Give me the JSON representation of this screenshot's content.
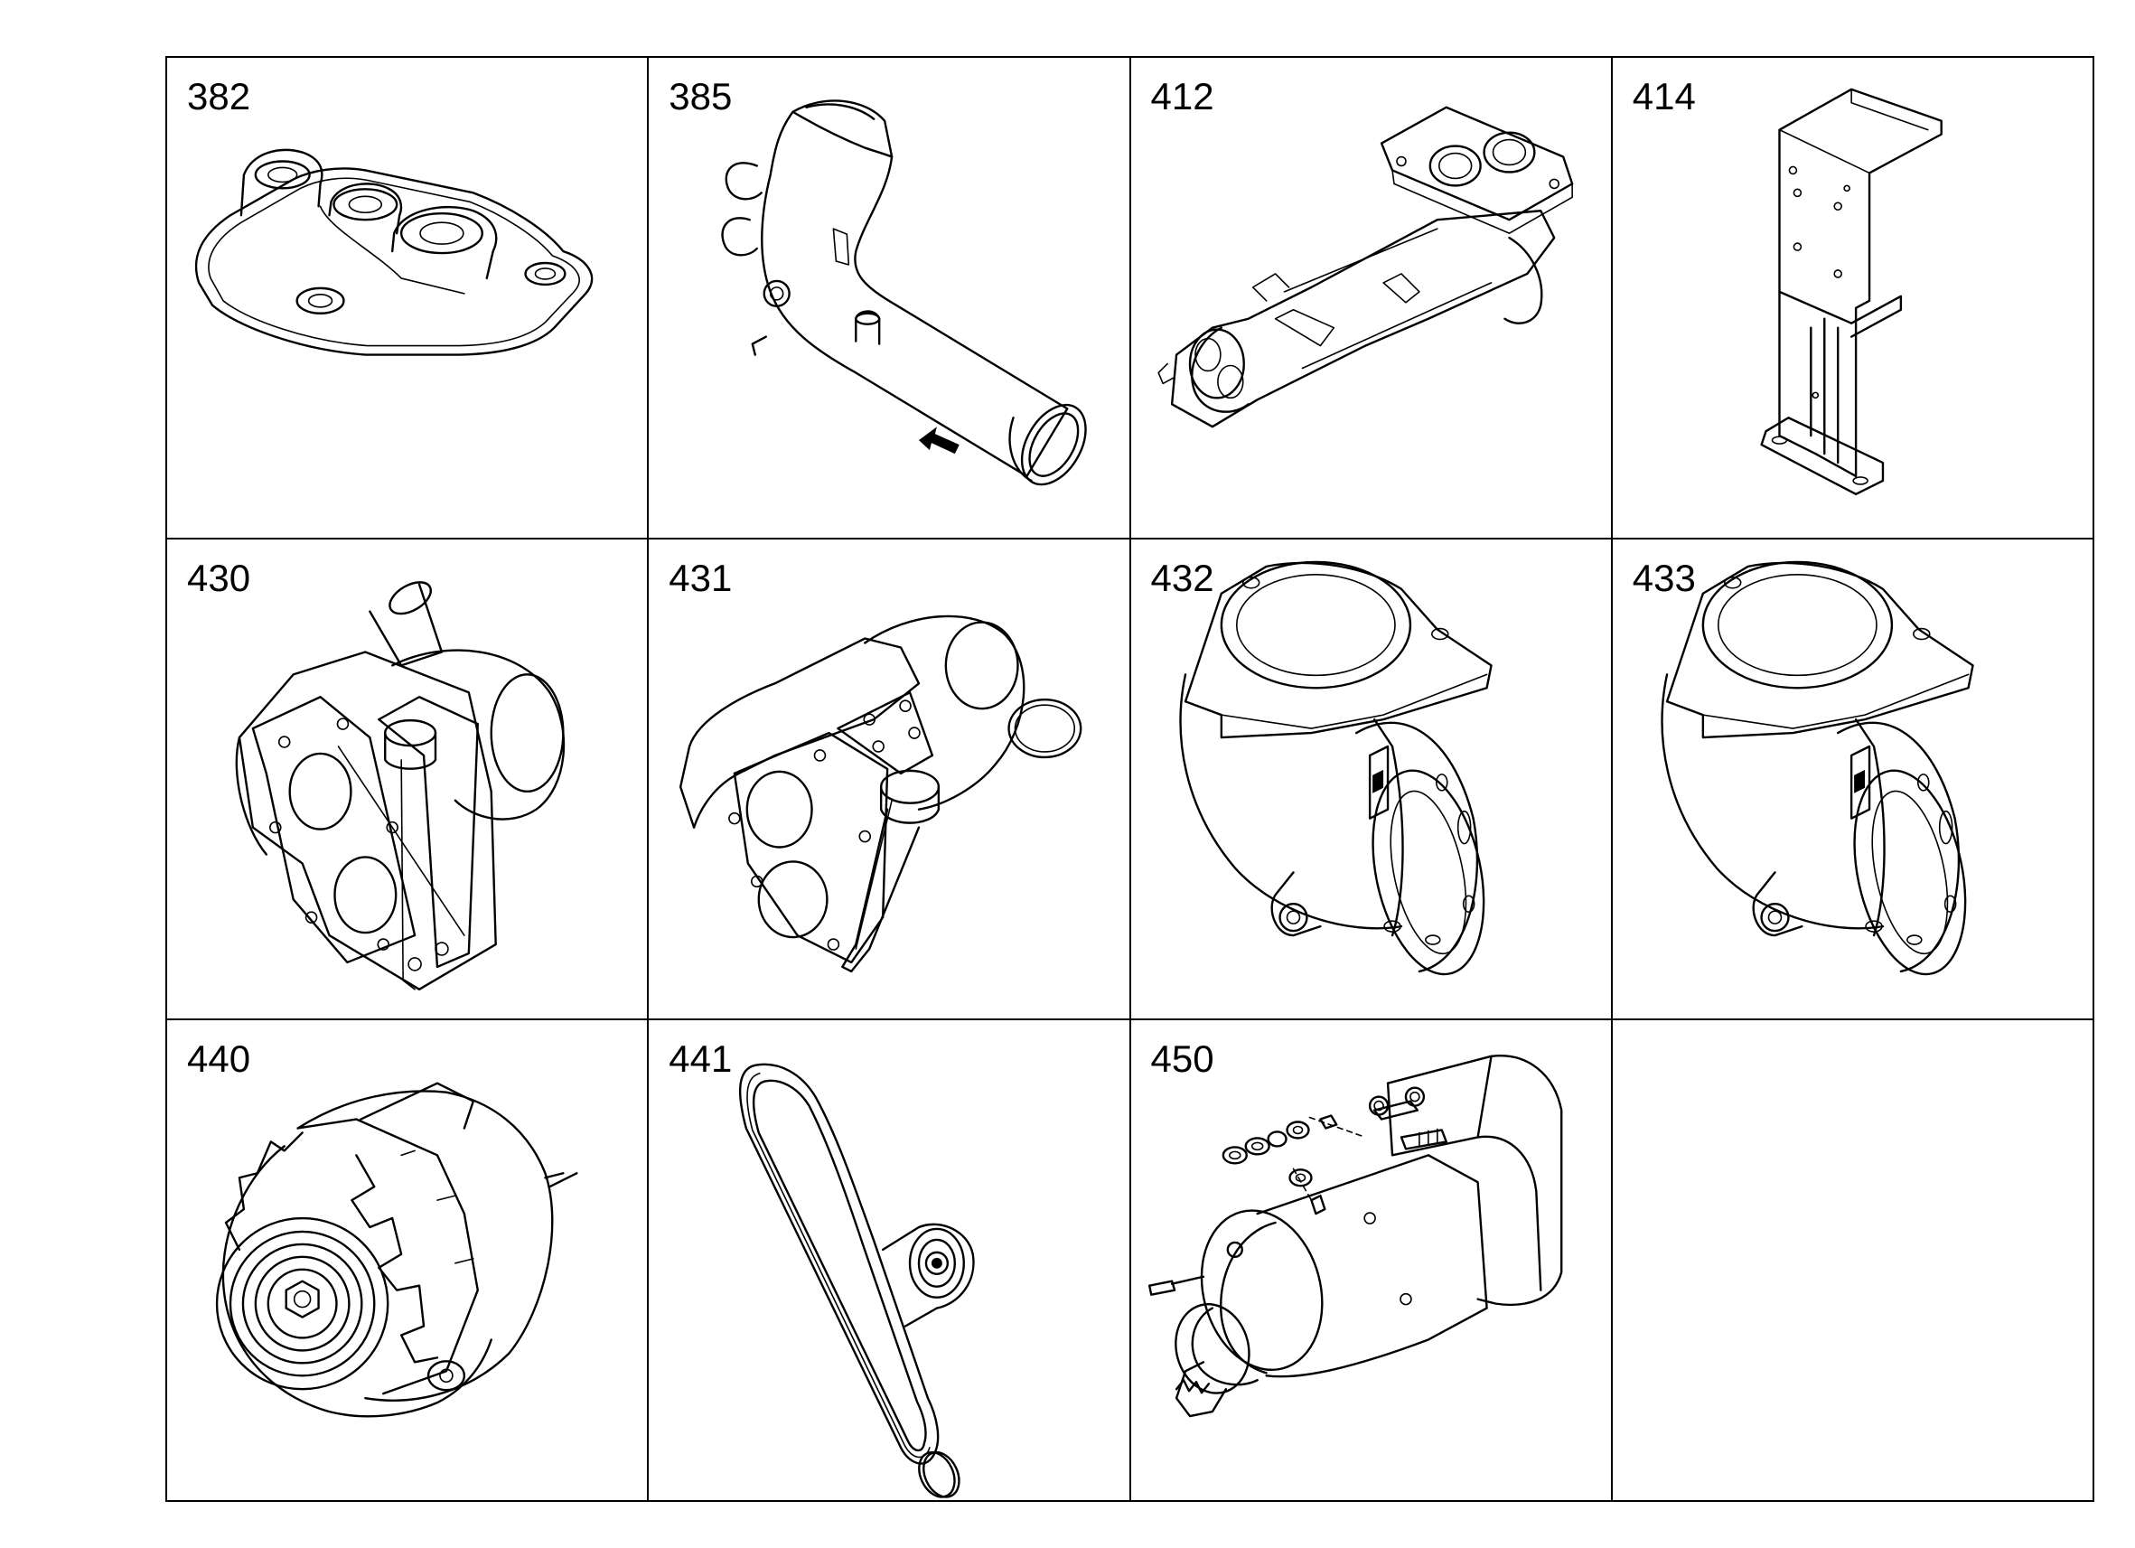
{
  "parts": [
    {
      "number": "382",
      "icon": "thermostat-housing-cover-icon"
    },
    {
      "number": "385",
      "icon": "coolant-pipe-elbow-icon"
    },
    {
      "number": "412",
      "icon": "exhaust-manifold-icon"
    },
    {
      "number": "414",
      "icon": "mounting-bracket-icon"
    },
    {
      "number": "430",
      "icon": "turbocharger-icon"
    },
    {
      "number": "431",
      "icon": "turbocharger-alt-icon"
    },
    {
      "number": "432",
      "icon": "turbo-outlet-elbow-icon"
    },
    {
      "number": "433",
      "icon": "turbo-outlet-elbow-alt-icon"
    },
    {
      "number": "440",
      "icon": "alternator-icon"
    },
    {
      "number": "441",
      "icon": "v-belt-with-tensioner-icon"
    },
    {
      "number": "450",
      "icon": "starter-motor-icon"
    },
    {
      "number": "",
      "icon": ""
    }
  ]
}
